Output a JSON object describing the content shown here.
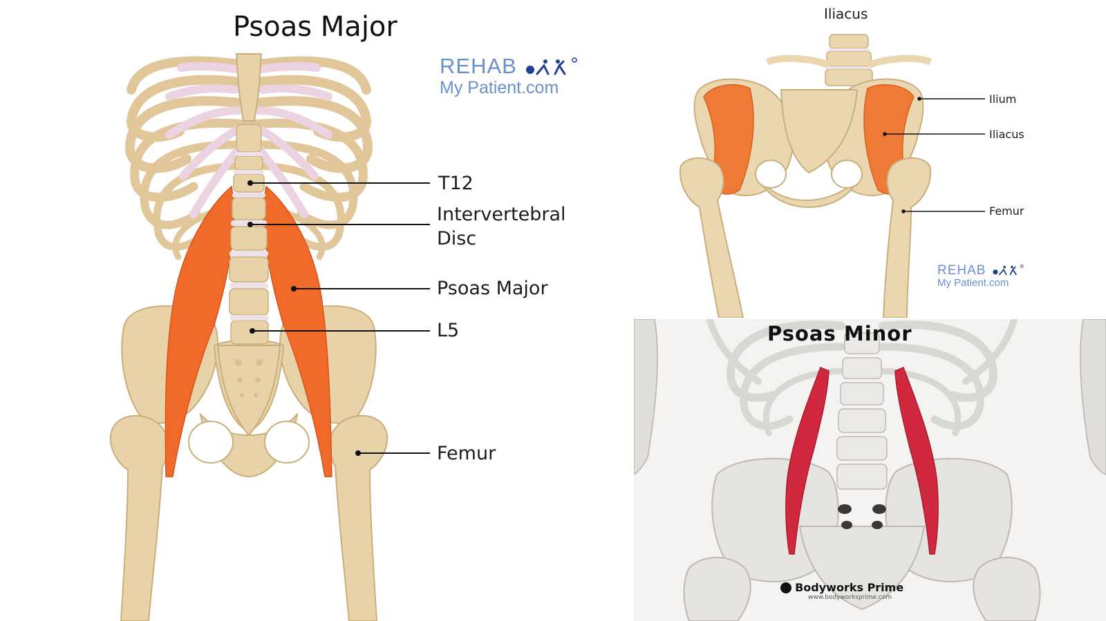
{
  "panels": {
    "psoas_major": {
      "title": "Psoas Major",
      "labels": {
        "t12": "T12",
        "disc_line1": "Intervertebral",
        "disc_line2": "Disc",
        "psoas": "Psoas Major",
        "l5": "L5",
        "femur": "Femur"
      },
      "logo": {
        "line1": "REHAB",
        "line2": "My Patient",
        "line2_suffix": ".com"
      }
    },
    "iliacus": {
      "title": "Iliacus",
      "labels": {
        "ilium": "Ilium",
        "iliacus": "Iliacus",
        "femur": "Femur"
      },
      "logo": {
        "line1": "REHAB",
        "line2": "My Patient",
        "line2_suffix": ".com"
      }
    },
    "psoas_minor": {
      "title": "Psoas Minor",
      "watermark": "Bodyworks Prime",
      "watermark_url": "www.bodyworksprime.com"
    }
  },
  "colors": {
    "bone": "#e8d3a8",
    "bone_shadow": "#c9ae7c",
    "rib_cartilage": "#ecd3e2",
    "disc": "#efe1ea",
    "psoas_major_muscle": "#f06a2a",
    "iliacus_muscle": "#ee7a36",
    "psoas_minor_muscle": "#d0283e",
    "grey_bone": "#e6e4e1",
    "grey_bone_shadow": "#bcb9b5"
  }
}
